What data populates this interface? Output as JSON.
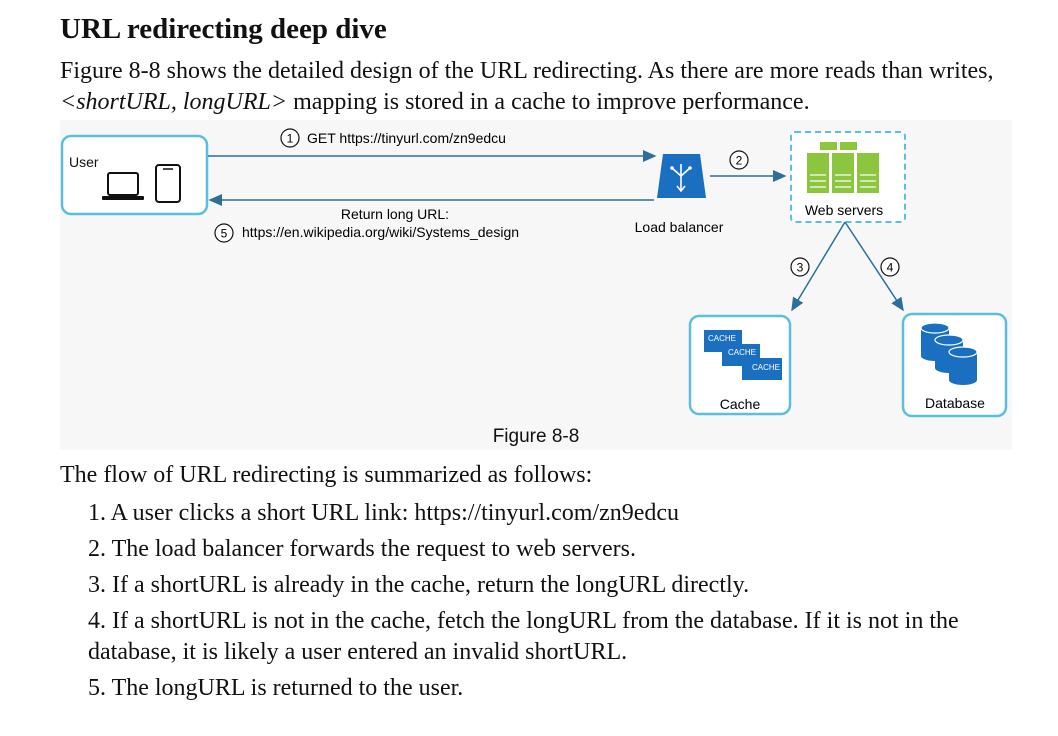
{
  "heading": "URL redirecting deep dive",
  "intro": {
    "before": "Figure 8-8 shows the detailed design of the URL redirecting. As there are more reads than writes, ",
    "italic": "<shortURL, longURL>",
    "after": " mapping is stored in a cache to improve performance."
  },
  "diagram": {
    "user_label": "User",
    "step1_num": "1",
    "step1_text": "GET https://tinyurl.com/zn9edcu",
    "step2_num": "2",
    "step3_num": "3",
    "step4_num": "4",
    "step5_num": "5",
    "return_line1": "Return long URL:",
    "return_line2": "https://en.wikipedia.org/wiki/Systems_design",
    "lb_label": "Load balancer",
    "web_label": "Web servers",
    "cache_label": "Cache",
    "cache_icon_text": "CACHE",
    "db_label": "Database",
    "caption": "Figure 8-8",
    "colors": {
      "accent": "#1a6fc0",
      "box_border": "#5bbfdc",
      "server_green": "#8cc63f",
      "arrow": "#2e6f9a"
    }
  },
  "summary_intro": "The flow of URL redirecting is summarized as follows:",
  "steps": [
    "1. A user clicks a short URL link: https://tinyurl.com/zn9edcu",
    "2. The load balancer forwards the request to web servers.",
    "3. If a shortURL is already in the cache, return the longURL directly.",
    "4. If a shortURL is not in the cache, fetch the longURL from the database. If it is not in the database, it is likely a user entered an invalid shortURL.",
    "5. The longURL is returned to the user."
  ]
}
